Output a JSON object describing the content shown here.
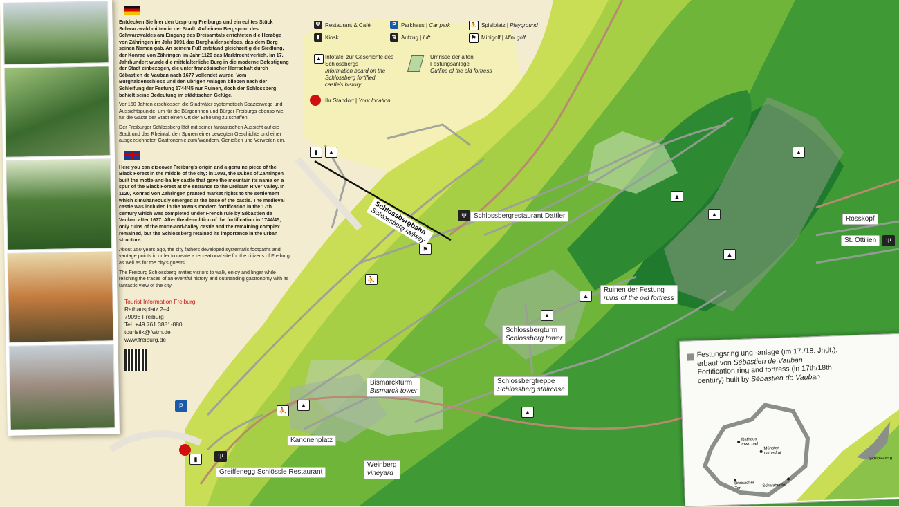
{
  "intro_de": {
    "p1": "Entdecken Sie hier den Ursprung Freiburgs und ein echtes Stück Schwarzwald mitten in der Stadt: Auf einem Bergsporn des Schwarzwaldes am Eingang des Dreisamtals errichteten die Herzöge von Zähringen im Jahr 1091 das Burghaldenschloss, das dem Berg seinen Namen gab. An seinem Fuß entstand gleichzeitig die Siedlung, der Konrad von Zähringen im Jahr 1120 das Marktrecht verlieh. Im 17. Jahrhundert wurde die mittelalterliche Burg in die moderne Befestigung der Stadt einbezogen, die unter französischer Herrschaft durch Sébastien de Vauban nach 1677 vollendet wurde. Vom Burghaldenschloss und den übrigen Anlagen blieben nach der Schleifung der Festung 1744/45 nur Ruinen, doch der Schlossberg behielt seine Bedeutung im städtischen Gefüge.",
    "p2": "Vor 150 Jahren erschlossen die Stadtväter systematisch Spazierwege und Aussichtspunkte, um für die Bürgerinnen und Bürger Freiburgs ebenso wie für die Gäste der Stadt einen Ort der Erholung zu schaffen.",
    "p3": "Der Freiburger Schlossberg lädt mit seiner fantastischen Aussicht auf die Stadt und das Rheintal, den Spuren einer bewegten Geschichte und einer ausgezeichneten Gastronomie zum Wandern, Genießen und Verweilen ein."
  },
  "intro_en": {
    "p1": "Here you can discover Freiburg's origin and a genuine piece of the Black Forest in the middle of the city: in 1091, the Dukes of Zähringen built the motte-and-bailey castle that gave the mountain its name on a spur of the Black Forest at the entrance to the Dreisam River Valley. In 1120, Konrad von Zähringen granted market rights to the settlement which simultaneously emerged at the base of the castle. The medieval castle was included in the town's modern fortification in the 17th century which was completed under French rule by Sébastien de Vauban after 1677. After the demolition of the fortification in 1744/45, only ruins of the motte-and-bailey castle and the remaining complex remained, but the Schlossberg retained its importance in the urban structure.",
    "p2": "About 150 years ago, the city fathers developed systematic footpaths and vantage points in order to create a recreational site for the citizens of Freiburg as well as for the city's guests.",
    "p3": "The Freiburg Schlossberg invites visitors to walk, enjoy and linger while relishing the traces of an eventful history and outstanding gastronomy with its fantastic view of the city."
  },
  "tourist": {
    "title": "Tourist Information Freiburg",
    "street": "Rathausplatz 2–4",
    "city": "79098 Freiburg",
    "phone": "Tel. +49 761 3881-880",
    "email": "touristik@fwtm.de",
    "web": "www.freiburg.de"
  },
  "legend": {
    "restaurant": "Restaurant & Café",
    "kiosk": "Kiosk",
    "parking_de": "Parkhaus",
    "parking_en": "Car park",
    "lift_de": "Aufzug",
    "lift_en": "Lift",
    "playground_de": "Spielplatz",
    "playground_en": "Playground",
    "minigolf_de": "Minigolf",
    "minigolf_en": "Mini golf",
    "info_de": "Infotafel zur Geschichte des Schlossbergs",
    "info_en": "Information board on the Schlossberg fortified castle's history",
    "outline_de": "Umrisse der alten Festungsanlage",
    "outline_en": "Outline of the old fortress",
    "location_de": "Ihr Standort",
    "location_en": "Your location"
  },
  "labels": {
    "railway_de": "Schlossbergbahn",
    "railway_en": "Schlossberg railway",
    "dattler": "Schlossbergrestaurant Dattler",
    "ruins_de": "Ruinen der Festung",
    "ruins_en": "ruins of the old fortress",
    "tower_de": "Schlossbergturm",
    "tower_en": "Schlossberg tower",
    "bismarck_de": "Bismarckturm",
    "bismarck_en": "Bismarck tower",
    "stairs_de": "Schlossbergtreppe",
    "stairs_en": "Schlossberg staircase",
    "kanonenplatz": "Kanonenplatz",
    "greiffenegg": "Greiffenegg Schlössle Restaurant",
    "weinberg_de": "Weinberg",
    "weinberg_en": "vineyard",
    "rosskopf": "Rosskopf",
    "ottilien": "St. Ottilien"
  },
  "inset": {
    "line1": "Festungsring und -anlage (im 17./18. Jhdt.),",
    "line2_prefix": "erbaut von ",
    "line2_name": "Sébastien de Vauban",
    "line3": "Fortification ring and fortress (in 17th/18th",
    "line4_prefix": "century) built by ",
    "line4_name": "Sébastien de Vauban",
    "rathaus": "Rathaus",
    "town_hall": "town hall",
    "muenster": "Münster",
    "cathedral": "cathedral",
    "breisacher": "Breisacher",
    "tor": "Tor",
    "schwabentor": "Schwabentor",
    "schlossberg": "Schlossberg"
  },
  "colors": {
    "bg": "#f3ecd0",
    "green_light": "#c9dd55",
    "green_mid": "#7fbf3a",
    "green_dark": "#1f7a2e",
    "path": "#9a9e9a",
    "road": "#b88a70",
    "red": "#d01010"
  }
}
